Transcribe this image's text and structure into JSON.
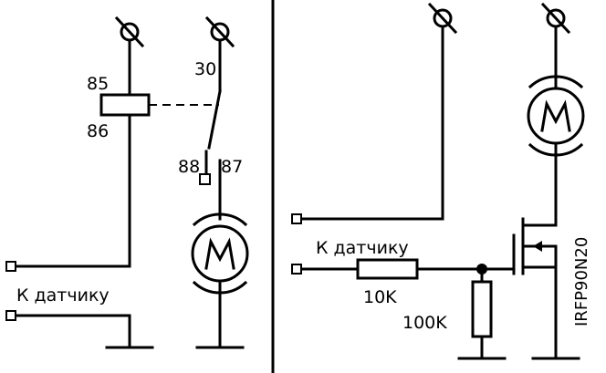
{
  "left": {
    "relay_coil_pins": {
      "top": "85",
      "bottom": "86"
    },
    "relay_contact_pins": {
      "common": "30",
      "nc": "88",
      "no": "87"
    },
    "sensor_label": "К датчику"
  },
  "right": {
    "sensor_label": "К датчику",
    "series_resistor": "10K",
    "pulldown_resistor": "100K",
    "transistor": "IRFP90N20"
  },
  "icons": {
    "supply": "power-supply-symbol",
    "ground": "ground-symbol",
    "motor": "motor-symbol",
    "terminal": "terminal-square"
  }
}
